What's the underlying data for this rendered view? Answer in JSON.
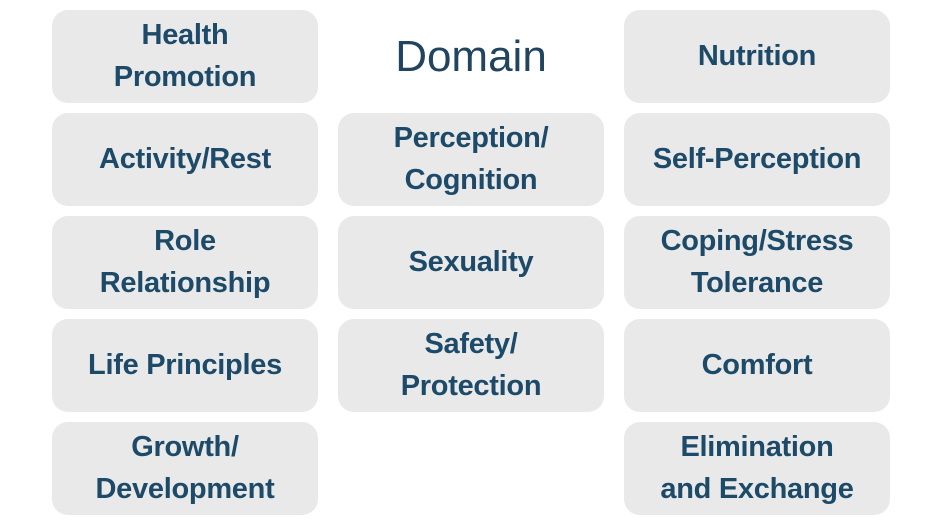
{
  "title": "Domain",
  "colors": {
    "background": "#ffffff",
    "card_background": "#e9e9e9",
    "card_text": "#1c4a68",
    "title_text": "#21445f"
  },
  "cards": [
    {
      "label": "Health\nPromotion"
    },
    {
      "label": "Nutrition"
    },
    {
      "label": "Activity/Rest"
    },
    {
      "label": "Perception/\nCognition"
    },
    {
      "label": "Self-Perception"
    },
    {
      "label": "Role\nRelationship"
    },
    {
      "label": "Sexuality"
    },
    {
      "label": "Coping/Stress\nTolerance"
    },
    {
      "label": "Life Principles"
    },
    {
      "label": "Safety/\nProtection"
    },
    {
      "label": "Comfort"
    },
    {
      "label": "Growth/\nDevelopment"
    },
    {
      "label": "Elimination\nand Exchange"
    }
  ]
}
